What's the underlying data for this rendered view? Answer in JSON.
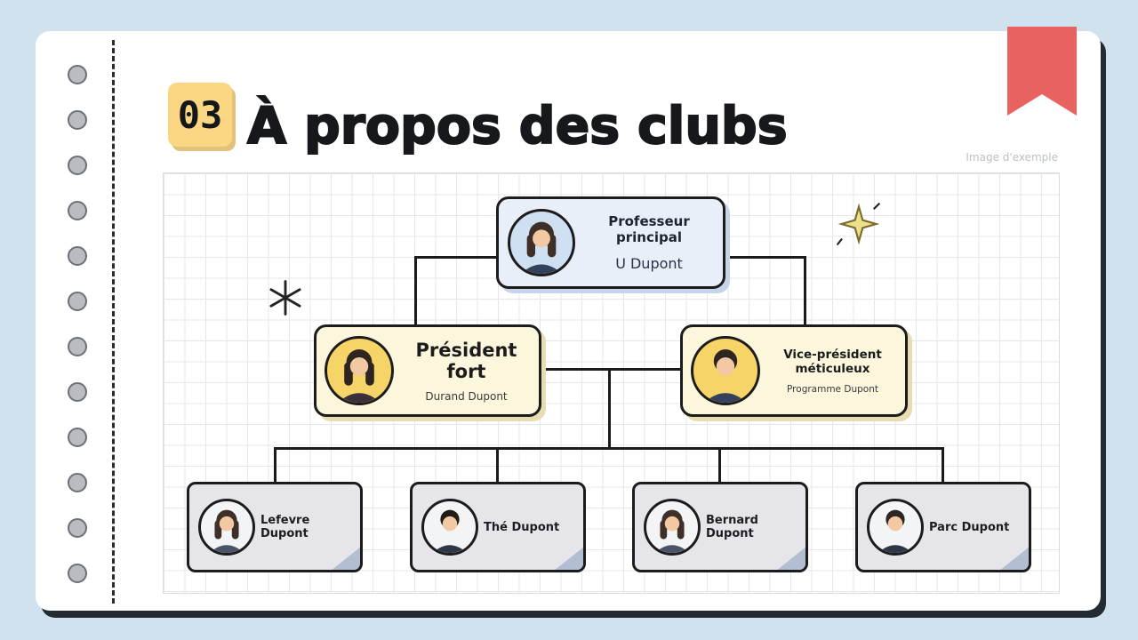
{
  "slide": {
    "badge_number": "03",
    "title": "À propos des clubs",
    "watermark": "Image d'exemple"
  },
  "org_chart": {
    "root": {
      "role": "Professeur principal",
      "name": "U Dupont"
    },
    "managers": [
      {
        "role": "Président fort",
        "name": "Durand Dupont"
      },
      {
        "role": "Vice-président méticuleux",
        "name": "Programme Dupont"
      }
    ],
    "members": [
      {
        "name": "Lefevre Dupont"
      },
      {
        "name": "Thé Dupont"
      },
      {
        "name": "Bernard Dupont"
      },
      {
        "name": "Parc Dupont"
      }
    ]
  },
  "colors": {
    "background": "#cfe2ee",
    "ribbon_red": "#e8625f",
    "badge_yellow": "#fbd784",
    "root_card": "#e9eff9",
    "manager_card": "#fbf6dc",
    "member_card": "#e5e5ea",
    "connector_line": "#1b1b1b"
  }
}
